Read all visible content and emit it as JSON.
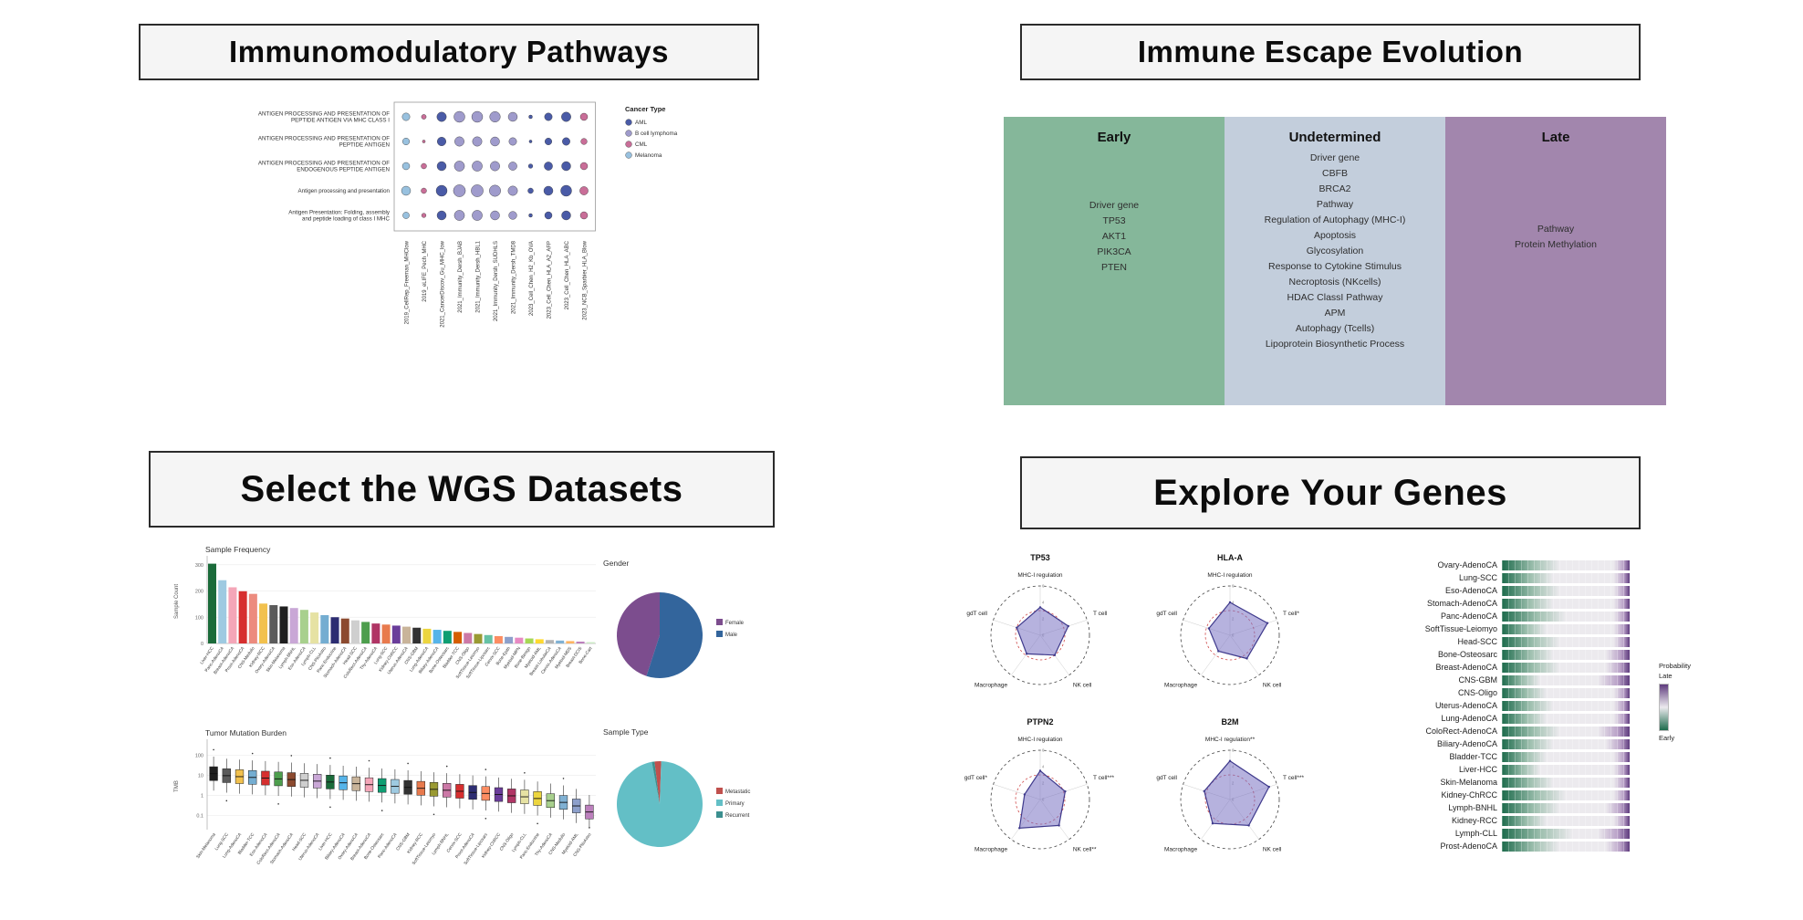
{
  "panels": {
    "pathways": {
      "title": "Immunomodulatory Pathways"
    },
    "evolution": {
      "title": "Immune Escape Evolution"
    },
    "datasets": {
      "title": "Select the WGS Datasets"
    },
    "genes": {
      "title": "Explore Your Genes"
    }
  },
  "evolution": {
    "columns": [
      {
        "label": "Early",
        "color": "#85b79a",
        "lines": [
          "Driver gene",
          "TP53",
          "AKT1",
          "PIK3CA",
          "PTEN"
        ]
      },
      {
        "label": "Undetermined",
        "color": "#c3cedc",
        "lines": [
          "Driver gene",
          "CBFB",
          "BRCA2",
          "Pathway",
          "Regulation of Autophagy (MHC-I)",
          "Apoptosis",
          "Glycosylation",
          "Response to Cytokine Stimulus",
          "Necroptosis (NKcells)",
          "HDAC ClassI Pathway",
          "APM",
          "Autophagy (Tcells)",
          "Lipoprotein Biosynthetic Process"
        ]
      },
      {
        "label": "Late",
        "color": "#a286ad",
        "lines": [
          "Pathway",
          "Protein Methylation"
        ]
      }
    ]
  },
  "chart_data": [
    {
      "id": "pathway-dotplot",
      "type": "scatter",
      "title": "Immunomodulatory pathway dot plot",
      "rows": [
        [
          "ANTIGEN PROCESSING AND PRESENTATION OF",
          "PEPTIDE ANTIGEN VIA MHC CLASS I"
        ],
        [
          "ANTIGEN PROCESSING AND PRESENTATION OF",
          "PEPTIDE ANTIGEN"
        ],
        [
          "ANTIGEN PROCESSING AND PRESENTATION OF",
          "ENDOGENOUS PEPTIDE ANTIGEN"
        ],
        [
          "Antigen processing and presentation"
        ],
        [
          "Antigen Presentation: Folding, assembly",
          "and peptide loading of class I MHC"
        ]
      ],
      "columns": [
        "2019_CellRep_Freeman_MHClow",
        "2019_eLIFE_Pech_MHC",
        "2021_CancerDiscov_Gu_MHC_low",
        "2021_Immunity_Dersh_BJAB",
        "2021_Immunity_Dersh_HBL1",
        "2021_Immunity_Dersh_SUDHLS",
        "2021_Immunity_Dersh_TMD8",
        "2023_Cell_Chen_H2_Kb_OVA",
        "2023_Cell_Chen_HLA_A2_AFP",
        "2023_Cell_Chen_HLA_ABC",
        "2023_NCB_Sparbier_HLA_Blow"
      ],
      "column_cancer_type": [
        "Melanoma",
        "CML",
        "AML",
        "B cell lymphoma",
        "B cell lymphoma",
        "B cell lymphoma",
        "B cell lymphoma",
        "AML",
        "AML",
        "AML",
        "CML"
      ],
      "sizes": [
        [
          4.2,
          2.6,
          5.2,
          6.0,
          6.0,
          5.8,
          5.0,
          2.0,
          4.2,
          5.2,
          4.0
        ],
        [
          3.8,
          1.6,
          4.8,
          5.2,
          5.2,
          5.0,
          4.2,
          1.6,
          3.8,
          4.2,
          3.4
        ],
        [
          4.0,
          3.0,
          5.0,
          5.6,
          5.6,
          5.2,
          4.6,
          2.4,
          4.6,
          5.0,
          4.0
        ],
        [
          5.0,
          3.0,
          6.0,
          6.6,
          6.6,
          6.2,
          5.2,
          3.0,
          5.0,
          6.0,
          4.6
        ],
        [
          3.6,
          2.4,
          5.0,
          5.6,
          5.6,
          5.0,
          4.4,
          2.0,
          4.0,
          5.0,
          4.0
        ]
      ],
      "legend": {
        "title": "Cancer Type",
        "items": [
          {
            "label": "AML",
            "color": "#3b4da0"
          },
          {
            "label": "B cell lymphoma",
            "color": "#9792c8"
          },
          {
            "label": "CML",
            "color": "#c4628f"
          },
          {
            "label": "Melanoma",
            "color": "#8fbcdc"
          }
        ]
      }
    },
    {
      "id": "sample-frequency",
      "type": "bar",
      "title": "Sample Frequency",
      "ylabel": "Sample Count",
      "yticks": [
        0,
        100,
        200,
        300
      ],
      "ylim": [
        0,
        320
      ],
      "categories": [
        "Liver-HCC",
        "Panc-AdenoCA",
        "Breast-AdenoCA",
        "Prost-AdenoCA",
        "CNS-Medullo",
        "Kidney-RCC",
        "Ovary-AdenoCA",
        "Skin-Melanoma",
        "Lymph-BNHL",
        "Eso-AdenoCA",
        "Lymph-CLL",
        "CNS-PiloAstro",
        "Panc-Endocrine",
        "Stomach-AdenoCA",
        "Head-SCC",
        "ColoRect-AdenoCA",
        "Thy-AdenoCA",
        "Lung-SCC",
        "Kidney-ChRCC",
        "Uterus-AdenoCA",
        "CNS-GBM",
        "Lung-AdenoCA",
        "Biliary-AdenoCA",
        "Bone-Osteosarc",
        "Bladder-TCC",
        "CNS-Oligo",
        "SoftTissue-Leiomyo",
        "SoftTissue-Liposarc",
        "Cervix-SCC",
        "Bone-Epith",
        "Myeloid-MPN",
        "Bone-Benign",
        "Myeloid-AML",
        "Breast-LobularCA",
        "Cervix-AdenoCA",
        "Myeloid-MDS",
        "Breast-DCIS",
        "Bone-Cart"
      ],
      "values": [
        304,
        241,
        214,
        199,
        189,
        152,
        146,
        141,
        135,
        128,
        118,
        108,
        100,
        95,
        88,
        82,
        76,
        72,
        68,
        64,
        60,
        56,
        52,
        48,
        44,
        40,
        36,
        32,
        28,
        25,
        22,
        19,
        16,
        13,
        11,
        9,
        7,
        5
      ],
      "colors": [
        "#1b6b3a",
        "#9ecae1",
        "#f4a6b8",
        "#d62f2f",
        "#ec8b7e",
        "#f2c14e",
        "#5b5b5b",
        "#1f1f1f",
        "#c9a7d6",
        "#a8d08d",
        "#e6e2a3",
        "#74add1",
        "#2d2d72",
        "#8c4a2f",
        "#cfcfcf",
        "#4d9e4d",
        "#b03565",
        "#e87a4d",
        "#6a3d9a",
        "#c9b49a",
        "#333333",
        "#ecd53f",
        "#56b4e9",
        "#0f9e73",
        "#d55e00",
        "#cc79a7",
        "#9a9a33",
        "#66c2a5",
        "#fc8d62",
        "#8da0cb",
        "#e78ac3",
        "#a6d854",
        "#ffd92f",
        "#b3b3b3",
        "#80b1d3",
        "#fdb462",
        "#bc80bd",
        "#ccebc5"
      ]
    },
    {
      "id": "gender-pie",
      "type": "pie",
      "title": "Gender",
      "start_angle": 108,
      "slices": [
        {
          "label": "Female",
          "value": 45,
          "color": "#7c4d8e"
        },
        {
          "label": "Male",
          "value": 55,
          "color": "#33659c"
        }
      ]
    },
    {
      "id": "tmb-boxplot",
      "type": "boxplot",
      "title": "Tumor Mutation Burden",
      "ylabel": "TMB",
      "yticks": [
        0.1,
        1,
        10,
        100
      ],
      "log": true,
      "categories": [
        "Skin-Melanoma",
        "Lung-SCC",
        "Lung-AdenoCA",
        "Bladder-TCC",
        "Eso-AdenoCA",
        "ColoRect-AdenoCA",
        "Stomach-AdenoCA",
        "Head-SCC",
        "Uterus-AdenoCA",
        "Liver-HCC",
        "Biliary-AdenoCA",
        "Ovary-AdenoCA",
        "Breast-AdenoCA",
        "Bone-Osteosarc",
        "Panc-AdenoCA",
        "CNS-GBM",
        "Kidney-RCC",
        "SoftTissue-Leiomyo",
        "Lymph-BNHL",
        "Cervix-SCC",
        "Prost-AdenoCA",
        "SoftTissue-Liposarc",
        "Kidney-ChRCC",
        "CNS-Oligo",
        "Lymph-CLL",
        "Panc-Endocrine",
        "Thy-AdenoCA",
        "CNS-Medullo",
        "Myeloid-AML",
        "CNS-PiloAstro"
      ],
      "medians": [
        12,
        9.5,
        8.5,
        7.8,
        7.2,
        6.6,
        6.1,
        5.6,
        5.1,
        4.6,
        4.2,
        3.8,
        3.4,
        3.1,
        2.8,
        2.5,
        2.25,
        2.0,
        1.8,
        1.6,
        1.4,
        1.25,
        1.1,
        0.95,
        0.85,
        0.7,
        0.55,
        0.45,
        0.3,
        0.15
      ],
      "colors": [
        "#1f1f1f",
        "#5b5b5b",
        "#f2c14e",
        "#74add1",
        "#d62f2f",
        "#4d9e4d",
        "#8c4a2f",
        "#cfcfcf",
        "#c9a7d6",
        "#1b6b3a",
        "#56b4e9",
        "#c9b49a",
        "#f4a6b8",
        "#0f9e73",
        "#9ecae1",
        "#333333",
        "#e87a4d",
        "#9a9a33",
        "#cc79a7",
        "#d62f2f",
        "#2d2d72",
        "#fc8d62",
        "#6a3d9a",
        "#b03565",
        "#e6e2a3",
        "#ecd53f",
        "#a8d08d",
        "#80b1d3",
        "#8da0cb",
        "#bc80bd"
      ]
    },
    {
      "id": "sample-type-pie",
      "type": "pie",
      "title": "Sample Type",
      "start_angle": -97,
      "slices": [
        {
          "label": "Metastatic",
          "value": 2.5,
          "color": "#c0504d"
        },
        {
          "label": "Primary",
          "value": 96.5,
          "color": "#63bfc6"
        },
        {
          "label": "Recurrent",
          "value": 1,
          "color": "#3b8f8f"
        }
      ]
    },
    {
      "id": "radar-tp53",
      "type": "radar",
      "title": "TP53",
      "axes": [
        "MHC-I regulation",
        "T cell",
        "NK cell",
        "Macrophage",
        "gdT cell"
      ],
      "values": [
        3.4,
        3.6,
        3.0,
        2.8,
        3.0
      ],
      "max": 6,
      "refline": 3,
      "ticks": [
        0,
        2,
        4,
        6
      ],
      "fill": "#7a72c2",
      "stroke": "#3f3a8c"
    },
    {
      "id": "radar-hla-a",
      "type": "radar",
      "title": "HLA-A",
      "axes": [
        "MHC-I regulation",
        "T cell*",
        "NK cell",
        "Macrophage",
        "gdT cell"
      ],
      "values": [
        4.0,
        4.8,
        3.5,
        2.4,
        2.7
      ],
      "max": 6,
      "refline": 3,
      "ticks": [
        0,
        2,
        4,
        6
      ],
      "fill": "#7a72c2",
      "stroke": "#3f3a8c"
    },
    {
      "id": "radar-ptpn2",
      "type": "radar",
      "title": "PTPN2",
      "axes": [
        "MHC-I regulation",
        "T cell***",
        "NK cell**",
        "Macrophage",
        "gdT cell*"
      ],
      "values": [
        3.5,
        3.2,
        3.9,
        4.3,
        2.0
      ],
      "max": 6,
      "refline": 3,
      "ticks": [
        0,
        2,
        4,
        6
      ],
      "fill": "#7a72c2",
      "stroke": "#3f3a8c"
    },
    {
      "id": "radar-b2m",
      "type": "radar",
      "title": "B2M",
      "axes": [
        "MHC-I regulation**",
        "T cell***",
        "NK cell",
        "Macrophage",
        "gdT cell"
      ],
      "values": [
        4.7,
        5.0,
        3.9,
        3.6,
        3.3
      ],
      "max": 6,
      "refline": 3,
      "ticks": [
        0,
        2,
        4,
        6
      ],
      "fill": "#7a72c2",
      "stroke": "#3f3a8c"
    },
    {
      "id": "probability-stack",
      "type": "heatmap",
      "legend_title": "Probability",
      "legend_top": "Late",
      "legend_bottom": "Early",
      "color_early": "#1d6b4c",
      "color_mid": "#eceaee",
      "color_late": "#5f3c7e",
      "rows": [
        {
          "label": "Ovary-AdenoCA",
          "early": 0.45,
          "mid": 0.45,
          "late": 0.1
        },
        {
          "label": "Lung-SCC",
          "early": 0.4,
          "mid": 0.5,
          "late": 0.1
        },
        {
          "label": "Eso-AdenoCA",
          "early": 0.45,
          "mid": 0.45,
          "late": 0.1
        },
        {
          "label": "Stomach-AdenoCA",
          "early": 0.4,
          "mid": 0.5,
          "late": 0.1
        },
        {
          "label": "Panc-AdenoCA",
          "early": 0.5,
          "mid": 0.4,
          "late": 0.1
        },
        {
          "label": "SoftTissue-Leiomyo",
          "early": 0.35,
          "mid": 0.55,
          "late": 0.1
        },
        {
          "label": "Head-SCC",
          "early": 0.45,
          "mid": 0.45,
          "late": 0.1
        },
        {
          "label": "Bone-Osteosarc",
          "early": 0.4,
          "mid": 0.45,
          "late": 0.15
        },
        {
          "label": "Breast-AdenoCA",
          "early": 0.45,
          "mid": 0.4,
          "late": 0.15
        },
        {
          "label": "CNS-GBM",
          "early": 0.3,
          "mid": 0.5,
          "late": 0.2
        },
        {
          "label": "CNS-Oligo",
          "early": 0.35,
          "mid": 0.55,
          "late": 0.1
        },
        {
          "label": "Uterus-AdenoCA",
          "early": 0.4,
          "mid": 0.5,
          "late": 0.1
        },
        {
          "label": "Lung-AdenoCA",
          "early": 0.35,
          "mid": 0.55,
          "late": 0.1
        },
        {
          "label": "ColoRect-AdenoCA",
          "early": 0.45,
          "mid": 0.35,
          "late": 0.2
        },
        {
          "label": "Biliary-AdenoCA",
          "early": 0.4,
          "mid": 0.45,
          "late": 0.15
        },
        {
          "label": "Bladder-TCC",
          "early": 0.35,
          "mid": 0.55,
          "late": 0.1
        },
        {
          "label": "Liver-HCC",
          "early": 0.3,
          "mid": 0.6,
          "late": 0.1
        },
        {
          "label": "Skin-Melanoma",
          "early": 0.4,
          "mid": 0.5,
          "late": 0.1
        },
        {
          "label": "Kidney-ChRCC",
          "early": 0.5,
          "mid": 0.4,
          "late": 0.1
        },
        {
          "label": "Lymph-BNHL",
          "early": 0.45,
          "mid": 0.4,
          "late": 0.15
        },
        {
          "label": "Kidney-RCC",
          "early": 0.35,
          "mid": 0.55,
          "late": 0.1
        },
        {
          "label": "Lymph-CLL",
          "early": 0.55,
          "mid": 0.25,
          "late": 0.2
        },
        {
          "label": "Prost-AdenoCA",
          "early": 0.45,
          "mid": 0.4,
          "late": 0.15
        }
      ]
    }
  ]
}
